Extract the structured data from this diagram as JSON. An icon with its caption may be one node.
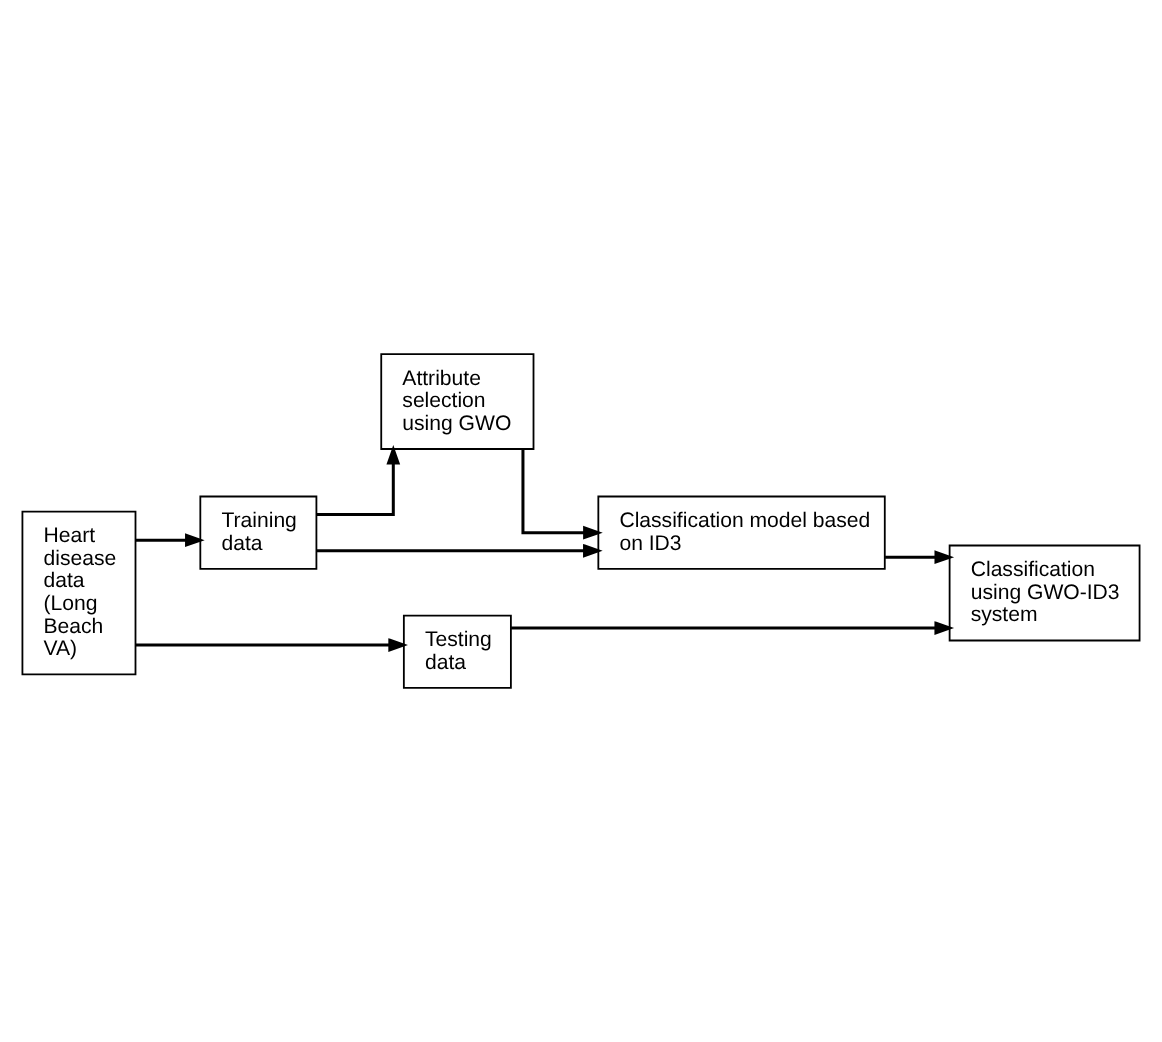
{
  "diagram": {
    "nodes": [
      {
        "text": [
          "Heart disease data (Long Beach VA)"
        ]
      },
      {
        "text": [
          "Training data"
        ]
      },
      {
        "text": [
          "Attribute selection using GWO"
        ]
      },
      {
        "text": [
          "Classification model based on ID3"
        ]
      },
      {
        "text": [
          "Testing data"
        ]
      },
      {
        "text": [
          "Classification using GWO-ID3 system"
        ]
      }
    ],
    "edges": [
      {
        "from": 0,
        "to": 1,
        "arrow": "to"
      },
      {
        "from": 1,
        "to": 2,
        "arrow": "to"
      },
      {
        "from": 1,
        "to": 3,
        "arrow": "to"
      },
      {
        "from": 2,
        "to": 3,
        "arrow": "to"
      },
      {
        "from": 0,
        "to": 4,
        "arrow": "to"
      },
      {
        "from": 4,
        "to": 5,
        "arrow": "to"
      },
      {
        "from": 3,
        "to": 5,
        "arrow": "to"
      }
    ]
  }
}
